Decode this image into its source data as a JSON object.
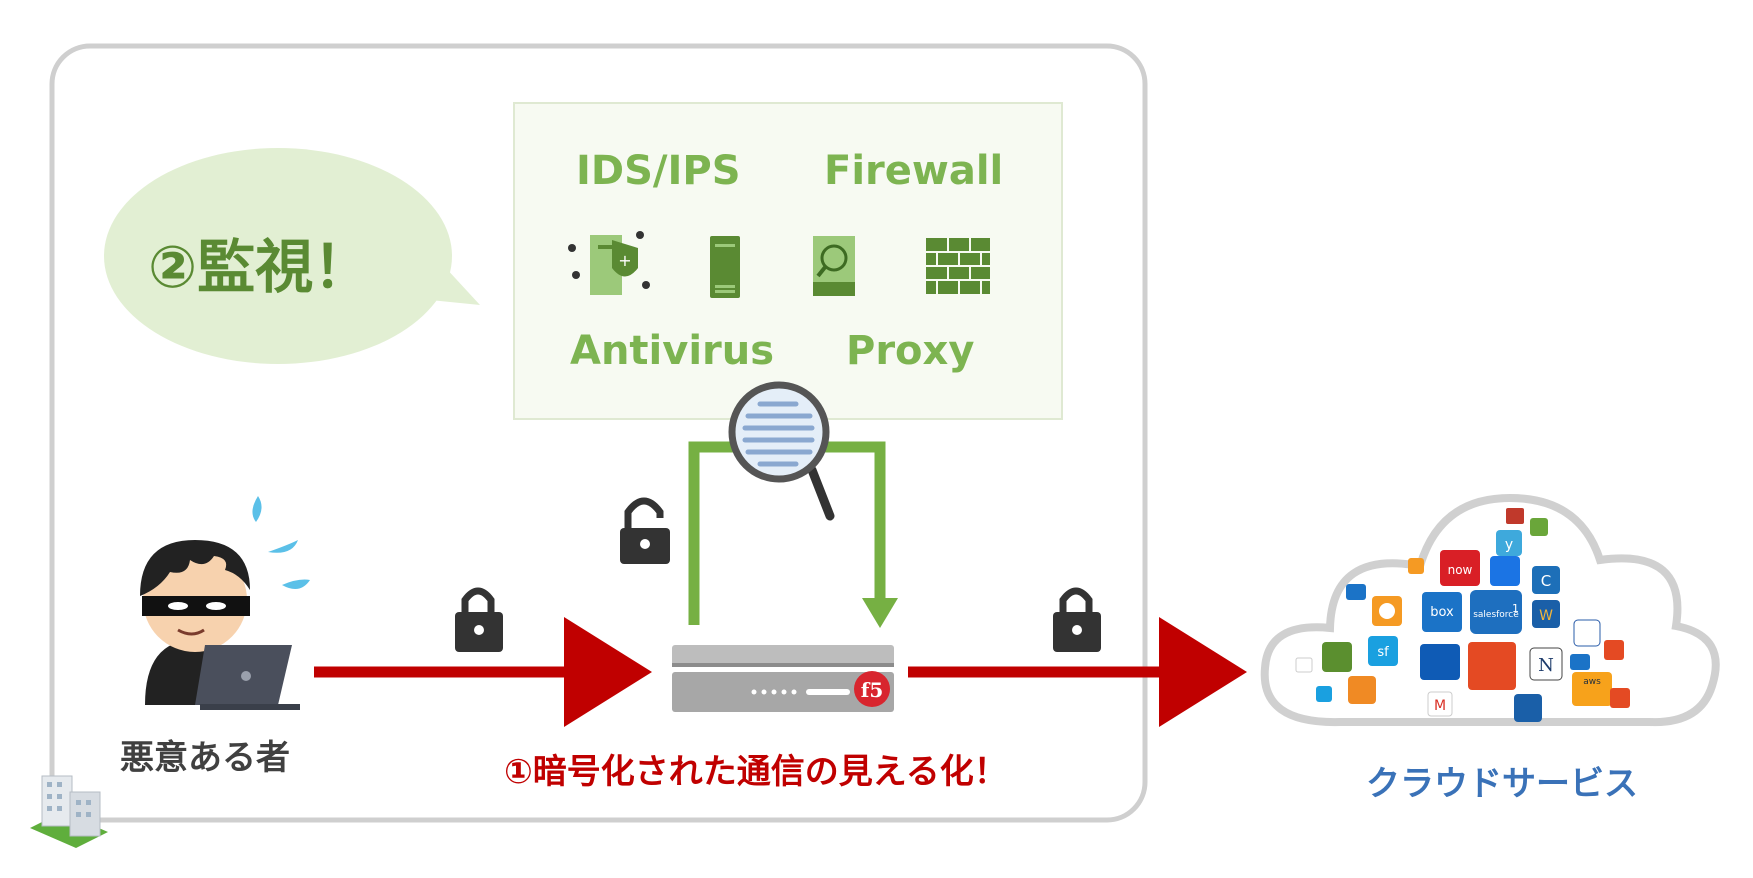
{
  "speech_bubble": {
    "text": "②監視！"
  },
  "security_tools": {
    "tool1": "IDS/IPS",
    "tool2": "Firewall",
    "tool3": "Antivirus",
    "tool4": "Proxy"
  },
  "actor_label": "悪意ある者",
  "decrypt_caption": "①暗号化された通信の見える化！",
  "cloud_label": "クラウドサービス",
  "device_logo": "f5",
  "cloud_app_icons": [
    "now",
    "box",
    "salesforce",
    "sf",
    "M",
    "N",
    "aws",
    "W",
    "C",
    "y",
    "1"
  ],
  "colors": {
    "green_text": "#7db451",
    "green_dark": "#5a8a33",
    "red_arrow": "#c00000",
    "cloud_text": "#3a72b8",
    "panel_bg": "#f7faf2",
    "bubble_bg": "#e2efd3",
    "frame_border": "#c8c8c8"
  }
}
